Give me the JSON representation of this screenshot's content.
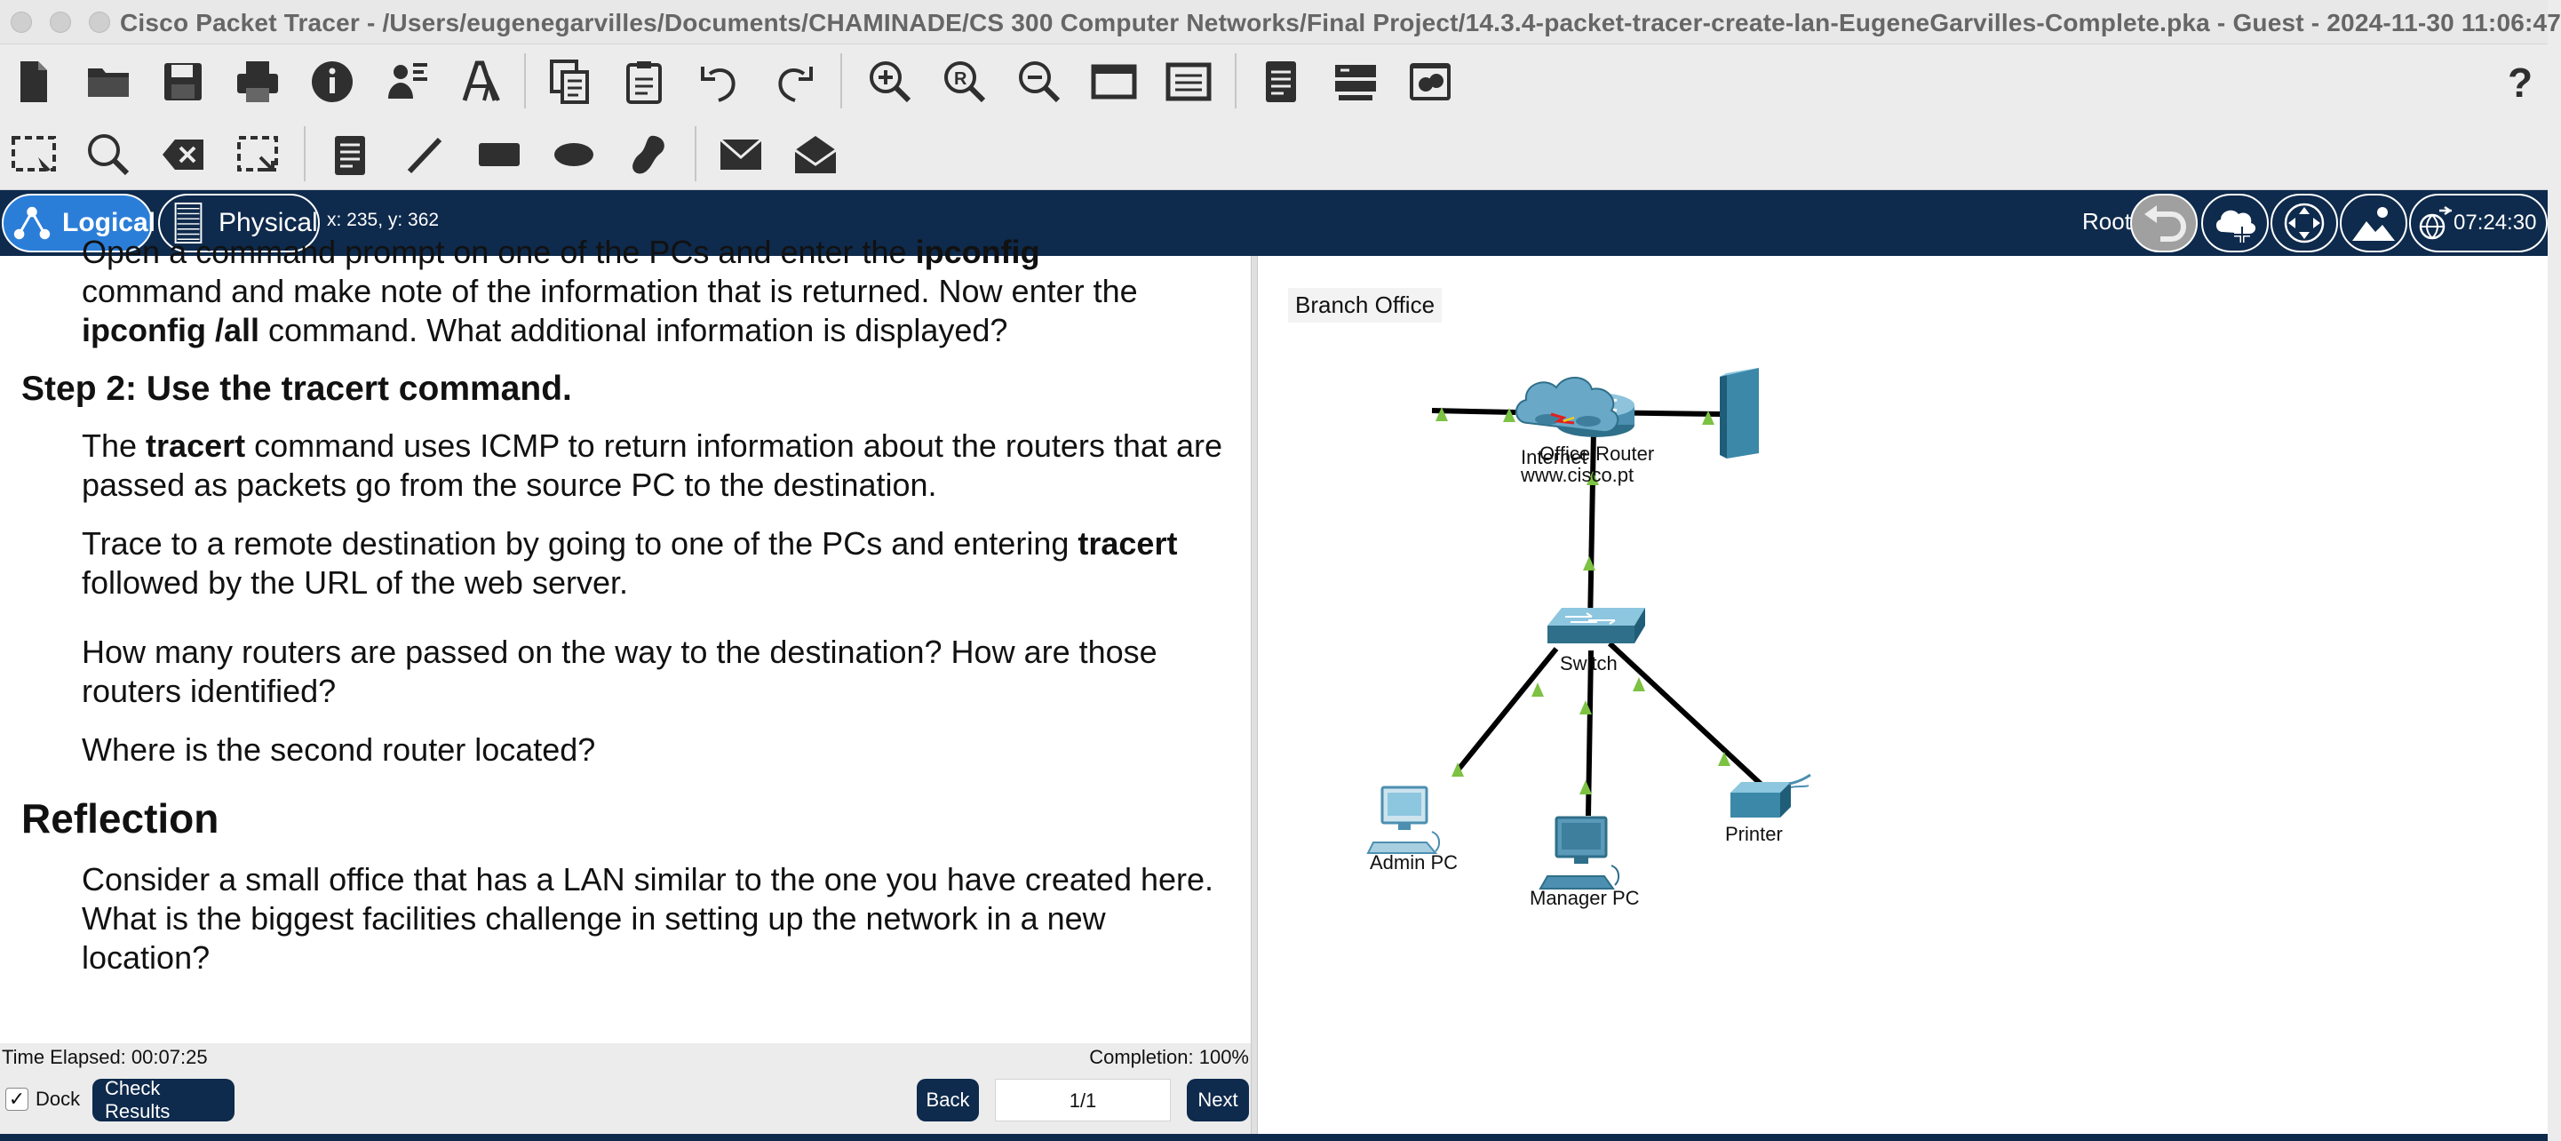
{
  "window": {
    "title": "Cisco Packet Tracer - /Users/eugenegarvilles/Documents/CHAMINADE/CS 300 Computer Networks/Final Project/14.3.4-packet-tracer-create-lan-EugeneGarvilles-Complete.pka - Guest - 2024-11-30 11:06:47"
  },
  "toolbar": {
    "main_icons": [
      "new-file-icon",
      "open-folder-icon",
      "save-icon",
      "print-icon",
      "info-icon",
      "activity-wizard-icon",
      "custom-pdu-icon",
      "copy-icon",
      "paste-icon",
      "undo-icon",
      "redo-icon",
      "zoom-in-icon",
      "zoom-reset-icon",
      "zoom-out-icon",
      "viewport-icon",
      "palette-icon",
      "notes-icon",
      "device-template-icon",
      "cluster-icon"
    ],
    "help_icon": "help-icon",
    "edit_icons": [
      "select-icon",
      "inspect-icon",
      "delete-icon",
      "resize-icon",
      "note-icon",
      "line-icon",
      "rectangle-icon",
      "ellipse-icon",
      "freeform-icon",
      "simple-pdu-icon",
      "complex-pdu-icon"
    ]
  },
  "modebar": {
    "logical_label": "Logical",
    "physical_label": "Physical",
    "coords": "x: 235, y: 362",
    "root_label": "Root",
    "clock": "07:24:30"
  },
  "instructions": {
    "intro_line1_pre": "Open a command prompt on one of the PCs and enter the ",
    "intro_line1_bold": "ipconfig",
    "intro_line2": "command and make note of the information that is returned. Now enter the",
    "intro_line3_bold": "ipconfig /all",
    "intro_line3_post": " command. What additional information is displayed?",
    "step2_heading": "Step 2: Use the tracert command.",
    "step2_p1_pre": "The ",
    "step2_p1_bold": "tracert",
    "step2_p1_post": " command uses ICMP to return information about the routers that are passed as packets go from the source PC to the destination.",
    "step2_p2_pre": "Trace to a remote destination by going to one of the PCs and entering ",
    "step2_p2_bold": "tracert",
    "step2_p2_post": " followed by the URL of the web server.",
    "step2_q1": "How many routers are passed on the way to the destination? How are those routers identified?",
    "step2_q2": "Where is the second router located?",
    "reflection_heading": "Reflection",
    "reflection_text": "Consider a small office that has a LAN similar to the one you have created here. What is the biggest facilities challenge in setting up the network in a new location?"
  },
  "status": {
    "time_elapsed": "Time Elapsed: 00:07:25",
    "completion": "Completion: 100%",
    "dock_label": "Dock",
    "dock_checked": true,
    "check_results": "Check Results",
    "back": "Back",
    "page": "1/1",
    "next": "Next"
  },
  "workspace": {
    "area_label": "Branch Office",
    "devices": {
      "router": "Office Router",
      "internet": "Internet",
      "server": "www.cisco.pt",
      "switch": "Switch",
      "admin_pc": "Admin PC",
      "manager_pc": "Manager PC",
      "printer": "Printer"
    },
    "link_status_color": "#7cc243"
  }
}
